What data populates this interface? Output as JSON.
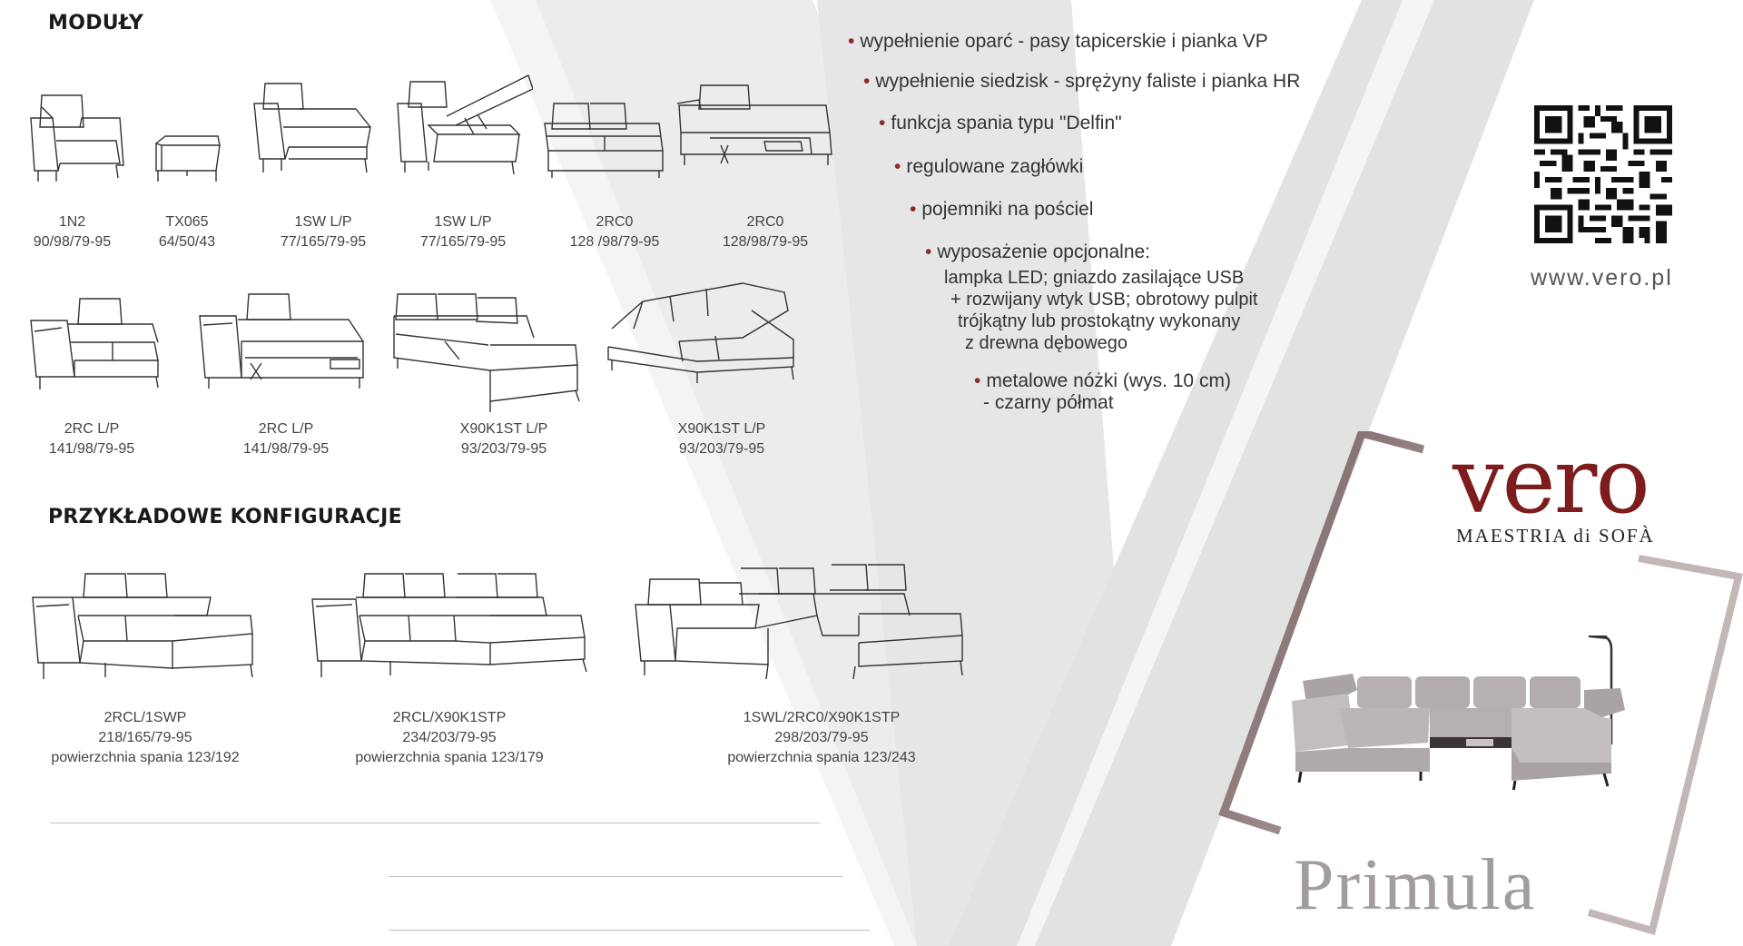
{
  "sections": {
    "modules_title": "MODUŁY",
    "configs_title": "PRZYKŁADOWE KONFIGURACJE"
  },
  "modules": [
    {
      "code": "1N2",
      "dims": "90/98/79-95",
      "icon": "armchair-icon"
    },
    {
      "code": "TX065",
      "dims": "64/50/43",
      "icon": "ottoman-icon"
    },
    {
      "code": "1SW L/P",
      "dims": "77/165/79-95",
      "icon": "chaise-icon"
    },
    {
      "code": "1SW L/P",
      "dims": "77/165/79-95",
      "icon": "chaise-storage-icon"
    },
    {
      "code": "2RC0",
      "dims": "128 /98/79-95",
      "icon": "two-seat-icon"
    },
    {
      "code": "2RC0",
      "dims": "128/98/79-95",
      "icon": "two-seat-sleeper-icon"
    },
    {
      "code": "2RC L/P",
      "dims": "141/98/79-95",
      "icon": "two-seat-arm-icon"
    },
    {
      "code": "2RC L/P",
      "dims": "141/98/79-95",
      "icon": "two-seat-arm-sleeper-icon"
    },
    {
      "code": "X90K1ST L/P",
      "dims": "93/203/79-95",
      "icon": "corner-chaise-icon"
    },
    {
      "code": "X90K1ST L/P",
      "dims": "93/203/79-95",
      "icon": "corner-chaise-storage-icon"
    }
  ],
  "configurations": [
    {
      "code": "2RCL/1SWP",
      "dims": "218/165/79-95",
      "sleep": "powierzchnia spania 123/192",
      "icon": "l-sofa-icon"
    },
    {
      "code": "2RCL/X90K1STP",
      "dims": "234/203/79-95",
      "sleep": "powierzchnia spania 123/179",
      "icon": "l-sofa-long-icon"
    },
    {
      "code": "1SWL/2RC0/X90K1STP",
      "dims": "298/203/79-95",
      "sleep": "powierzchnia spania 123/243",
      "icon": "u-sofa-icon"
    }
  ],
  "features": [
    "wypełnienie oparć - pasy tapicerskie i pianka VP",
    "wypełnienie siedzisk - sprężyny faliste i pianka HR",
    "funkcja spania typu \"Delfin\"",
    "regulowane zagłówki",
    "pojemniki na pościel",
    "wyposażenie opcjonalne:"
  ],
  "optional_lines": [
    "lampka LED; gniazdo zasilające USB",
    "+ rozwijany wtyk USB; obrotowy pulpit",
    "trójkątny lub prostokątny wykonany",
    "z drewna dębowego"
  ],
  "legs": {
    "line1": "metalowe nóżki (wys. 10 cm)",
    "line2": "- czarny półmat"
  },
  "brand": {
    "name": "vero",
    "tagline": "MAESTRIA di SOFÀ",
    "url": "www.vero.pl",
    "product": "Primula"
  },
  "colors": {
    "accent": "#7d1c1c",
    "bullet": "#8a2b2b",
    "v_shape": "#e4e4e4",
    "bracket": "#6e5a5a",
    "sofa": "#b8b2b3"
  }
}
